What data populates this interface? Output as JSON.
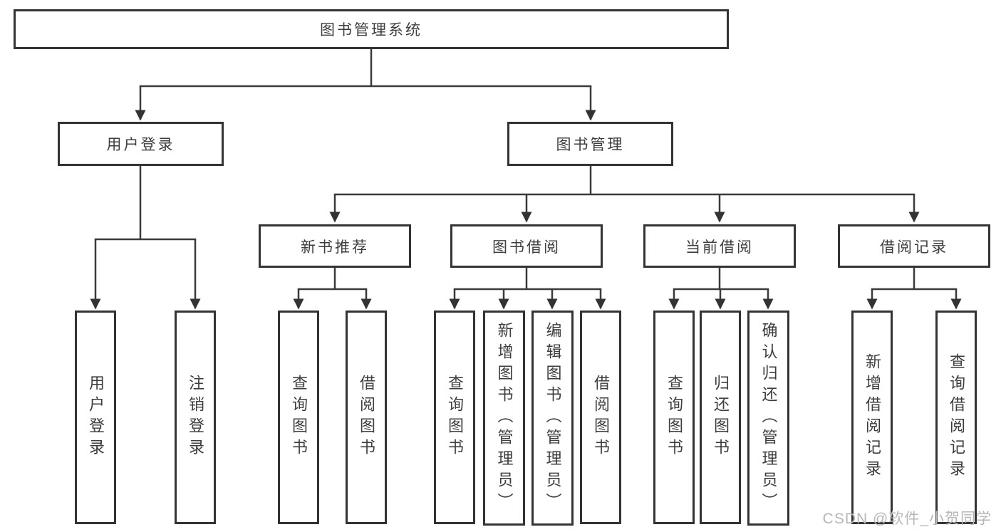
{
  "diagram": {
    "root": {
      "label": "图书管理系统",
      "children": [
        {
          "label": "用户登录",
          "children": [
            {
              "label": "用户登录"
            },
            {
              "label": "注销登录"
            }
          ]
        },
        {
          "label": "图书管理",
          "children": [
            {
              "label": "新书推荐",
              "children": [
                {
                  "label": "查询图书"
                },
                {
                  "label": "借阅图书"
                }
              ]
            },
            {
              "label": "图书借阅",
              "children": [
                {
                  "label": "查询图书"
                },
                {
                  "label": "新增图书（管理员）"
                },
                {
                  "label": "编辑图书（管理员）"
                },
                {
                  "label": "借阅图书"
                }
              ]
            },
            {
              "label": "当前借阅",
              "children": [
                {
                  "label": "查询图书"
                },
                {
                  "label": "归还图书"
                },
                {
                  "label": "确认归还（管理员）"
                }
              ]
            },
            {
              "label": "借阅记录",
              "children": [
                {
                  "label": "新增借阅记录"
                },
                {
                  "label": "查询借阅记录"
                }
              ]
            }
          ]
        }
      ]
    }
  },
  "watermark": {
    "text": "CSDN @软件_小贺同学"
  },
  "colors": {
    "line": "#3a3a3a",
    "box_border": "#333333",
    "text": "#3d3d3d",
    "background": "#ffffff",
    "watermark": "#b7b7b7"
  }
}
